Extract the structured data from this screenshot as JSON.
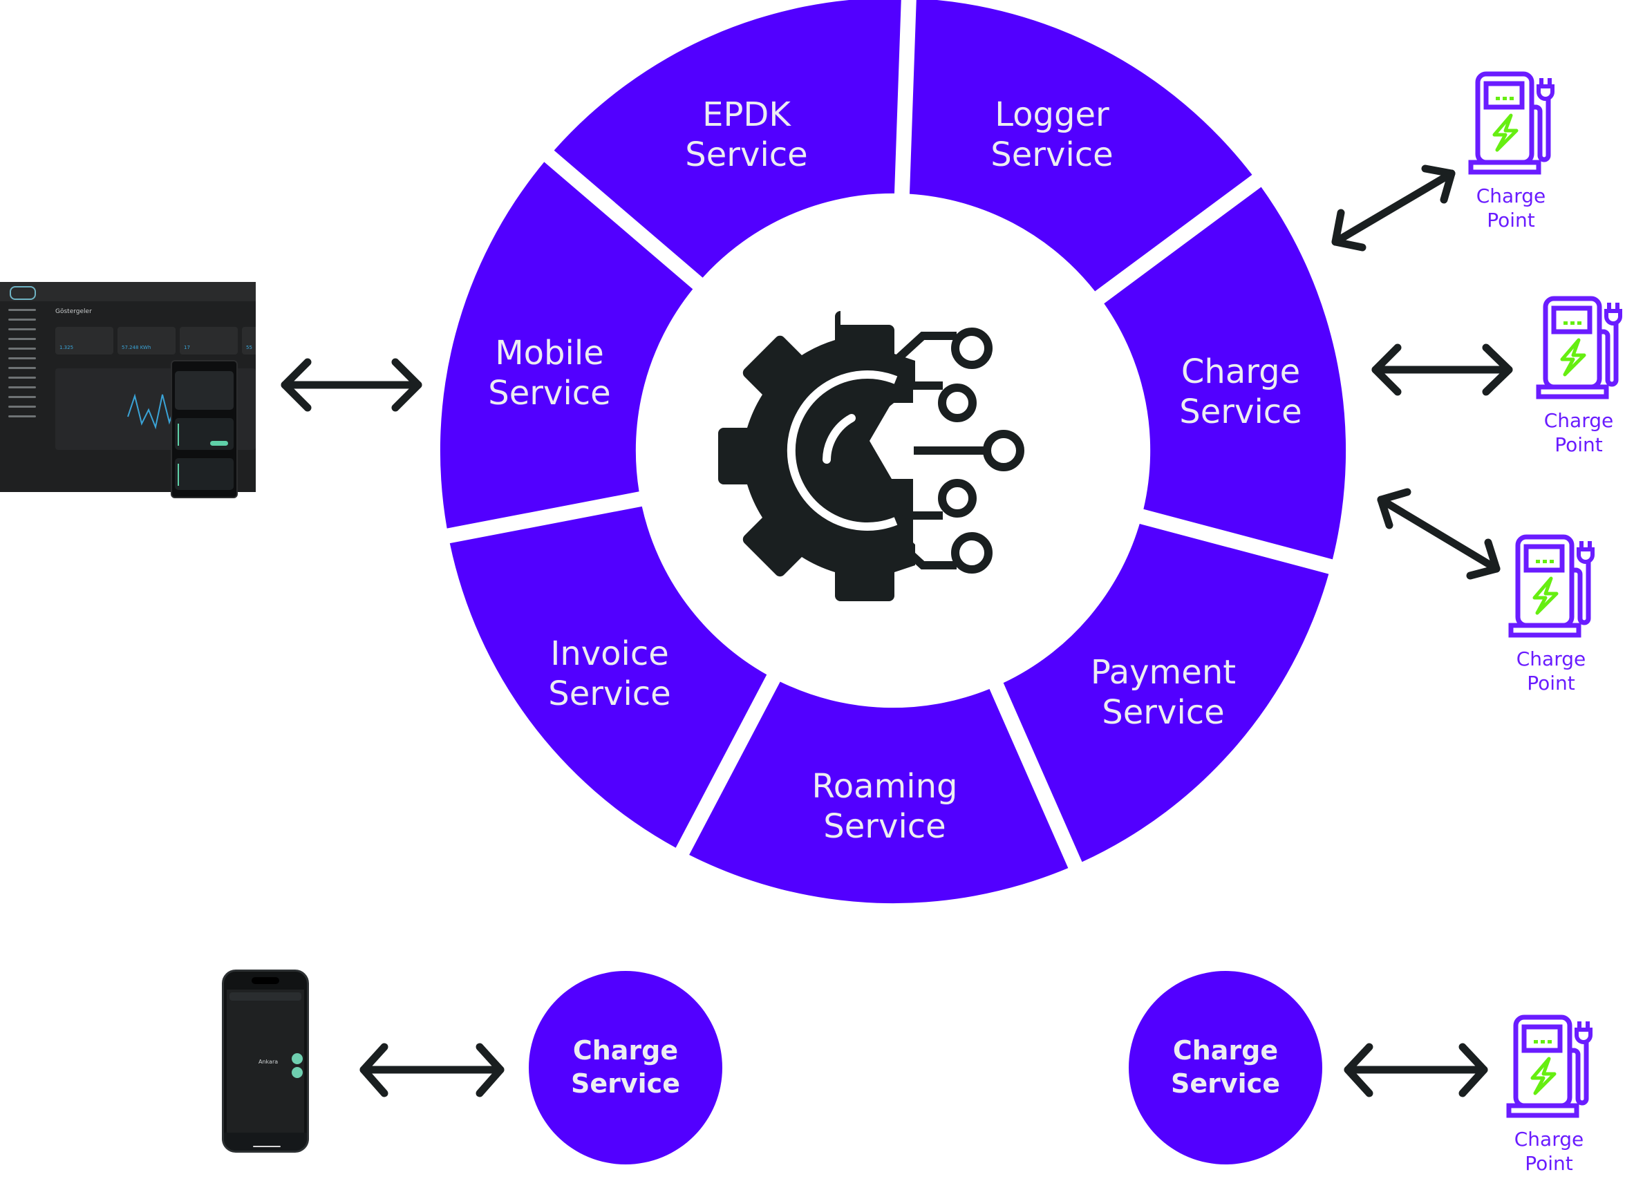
{
  "colors": {
    "brand_purple": "#5200FF",
    "label_text": "#EDEDF2",
    "icon_dark": "#1A1F20",
    "charge_point_purple": "#6A1CFF",
    "charge_point_green": "#66EE11"
  },
  "hub": {
    "icon": "gear-network-icon",
    "segments": [
      {
        "line1": "EPDK",
        "line2": "Service"
      },
      {
        "line1": "Logger",
        "line2": "Service"
      },
      {
        "line1": "Charge",
        "line2": "Service"
      },
      {
        "line1": "Payment",
        "line2": "Service"
      },
      {
        "line1": "Roaming",
        "line2": "Service"
      },
      {
        "line1": "Invoice",
        "line2": "Service"
      },
      {
        "line1": "Mobile",
        "line2": "Service"
      }
    ]
  },
  "charge_points": [
    {
      "line1": "Charge",
      "line2": "Point",
      "icon": "ev-charger-icon"
    },
    {
      "line1": "Charge",
      "line2": "Point",
      "icon": "ev-charger-icon"
    },
    {
      "line1": "Charge",
      "line2": "Point",
      "icon": "ev-charger-icon"
    },
    {
      "line1": "Charge",
      "line2": "Point",
      "icon": "ev-charger-icon"
    }
  ],
  "bottom_services": [
    {
      "line1": "Charge",
      "line2": "Service"
    },
    {
      "line1": "Charge",
      "line2": "Service"
    }
  ],
  "dashboard_thumbnail": {
    "title": "Göstergeler",
    "cards": [
      "1.325",
      "57.248 KWh",
      "17",
      "55"
    ]
  },
  "mobile_thumbnail": {
    "city": "Ankara"
  }
}
